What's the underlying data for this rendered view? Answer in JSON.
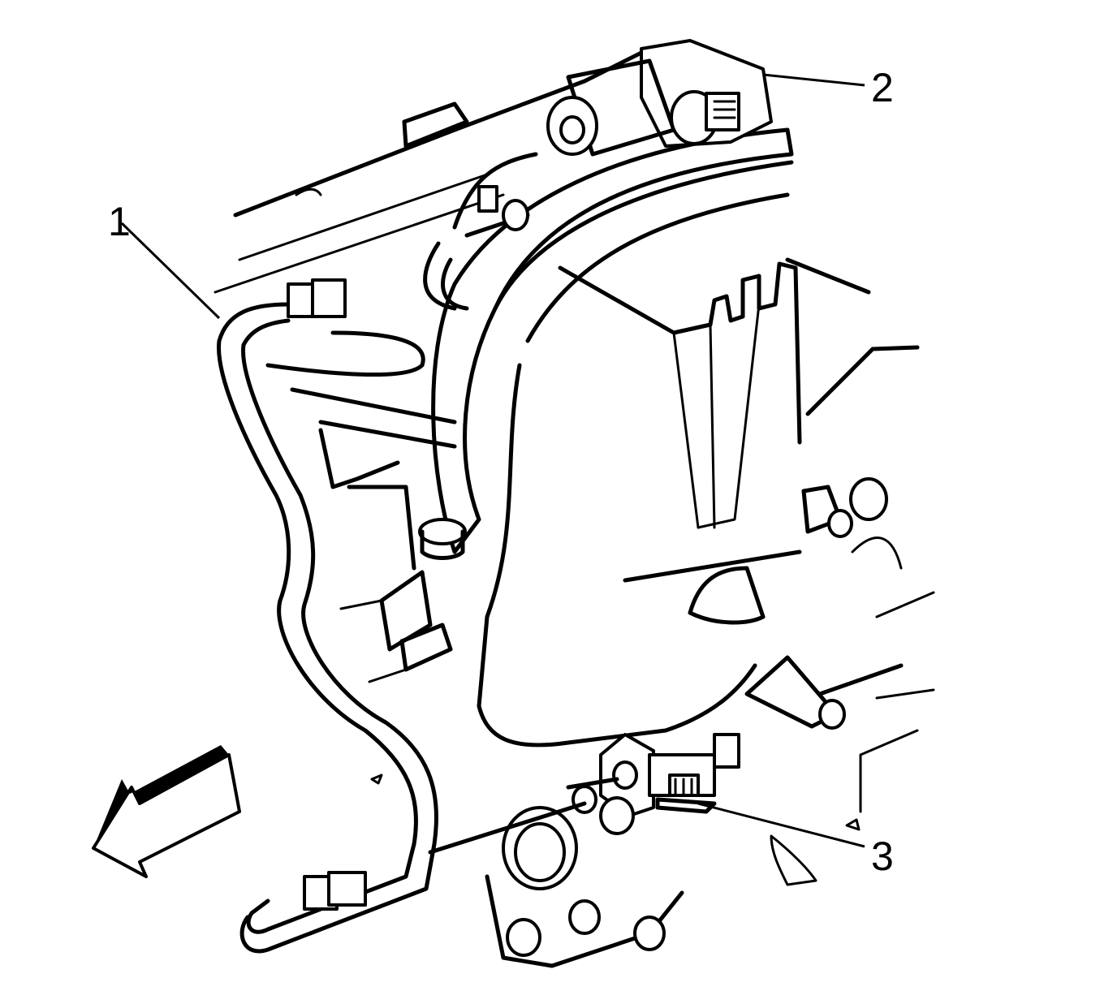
{
  "callouts": [
    {
      "id": "1",
      "label": "1"
    },
    {
      "id": "2",
      "label": "2"
    },
    {
      "id": "3",
      "label": "3"
    }
  ],
  "colors": {
    "line": "#000000",
    "background": "#ffffff"
  },
  "icons": {
    "direction_arrow": "arrow-down-left-icon"
  }
}
